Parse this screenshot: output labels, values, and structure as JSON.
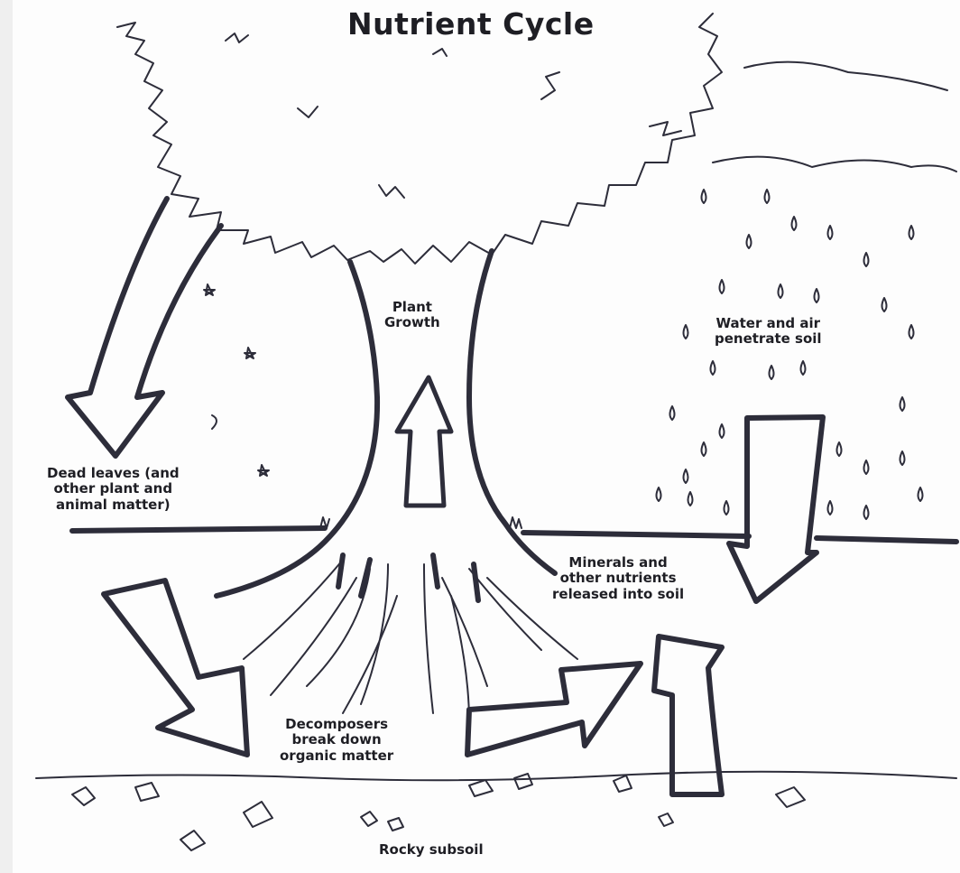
{
  "diagram": {
    "title": "Nutrient Cycle",
    "labels": {
      "plant_growth": [
        "Plant",
        "Growth"
      ],
      "water_air": [
        "Water and air",
        "penetrate soil"
      ],
      "dead_leaves": [
        "Dead leaves (and",
        "other plant and",
        "animal matter)"
      ],
      "minerals": [
        "Minerals and",
        "other nutrients",
        "released into soil"
      ],
      "decomposers": [
        "Decomposers",
        "break down",
        "organic matter"
      ],
      "rocky_subsoil": "Rocky subsoil"
    },
    "colors": {
      "ink": "#2d2d3a",
      "background": "#fdfdfd"
    }
  }
}
